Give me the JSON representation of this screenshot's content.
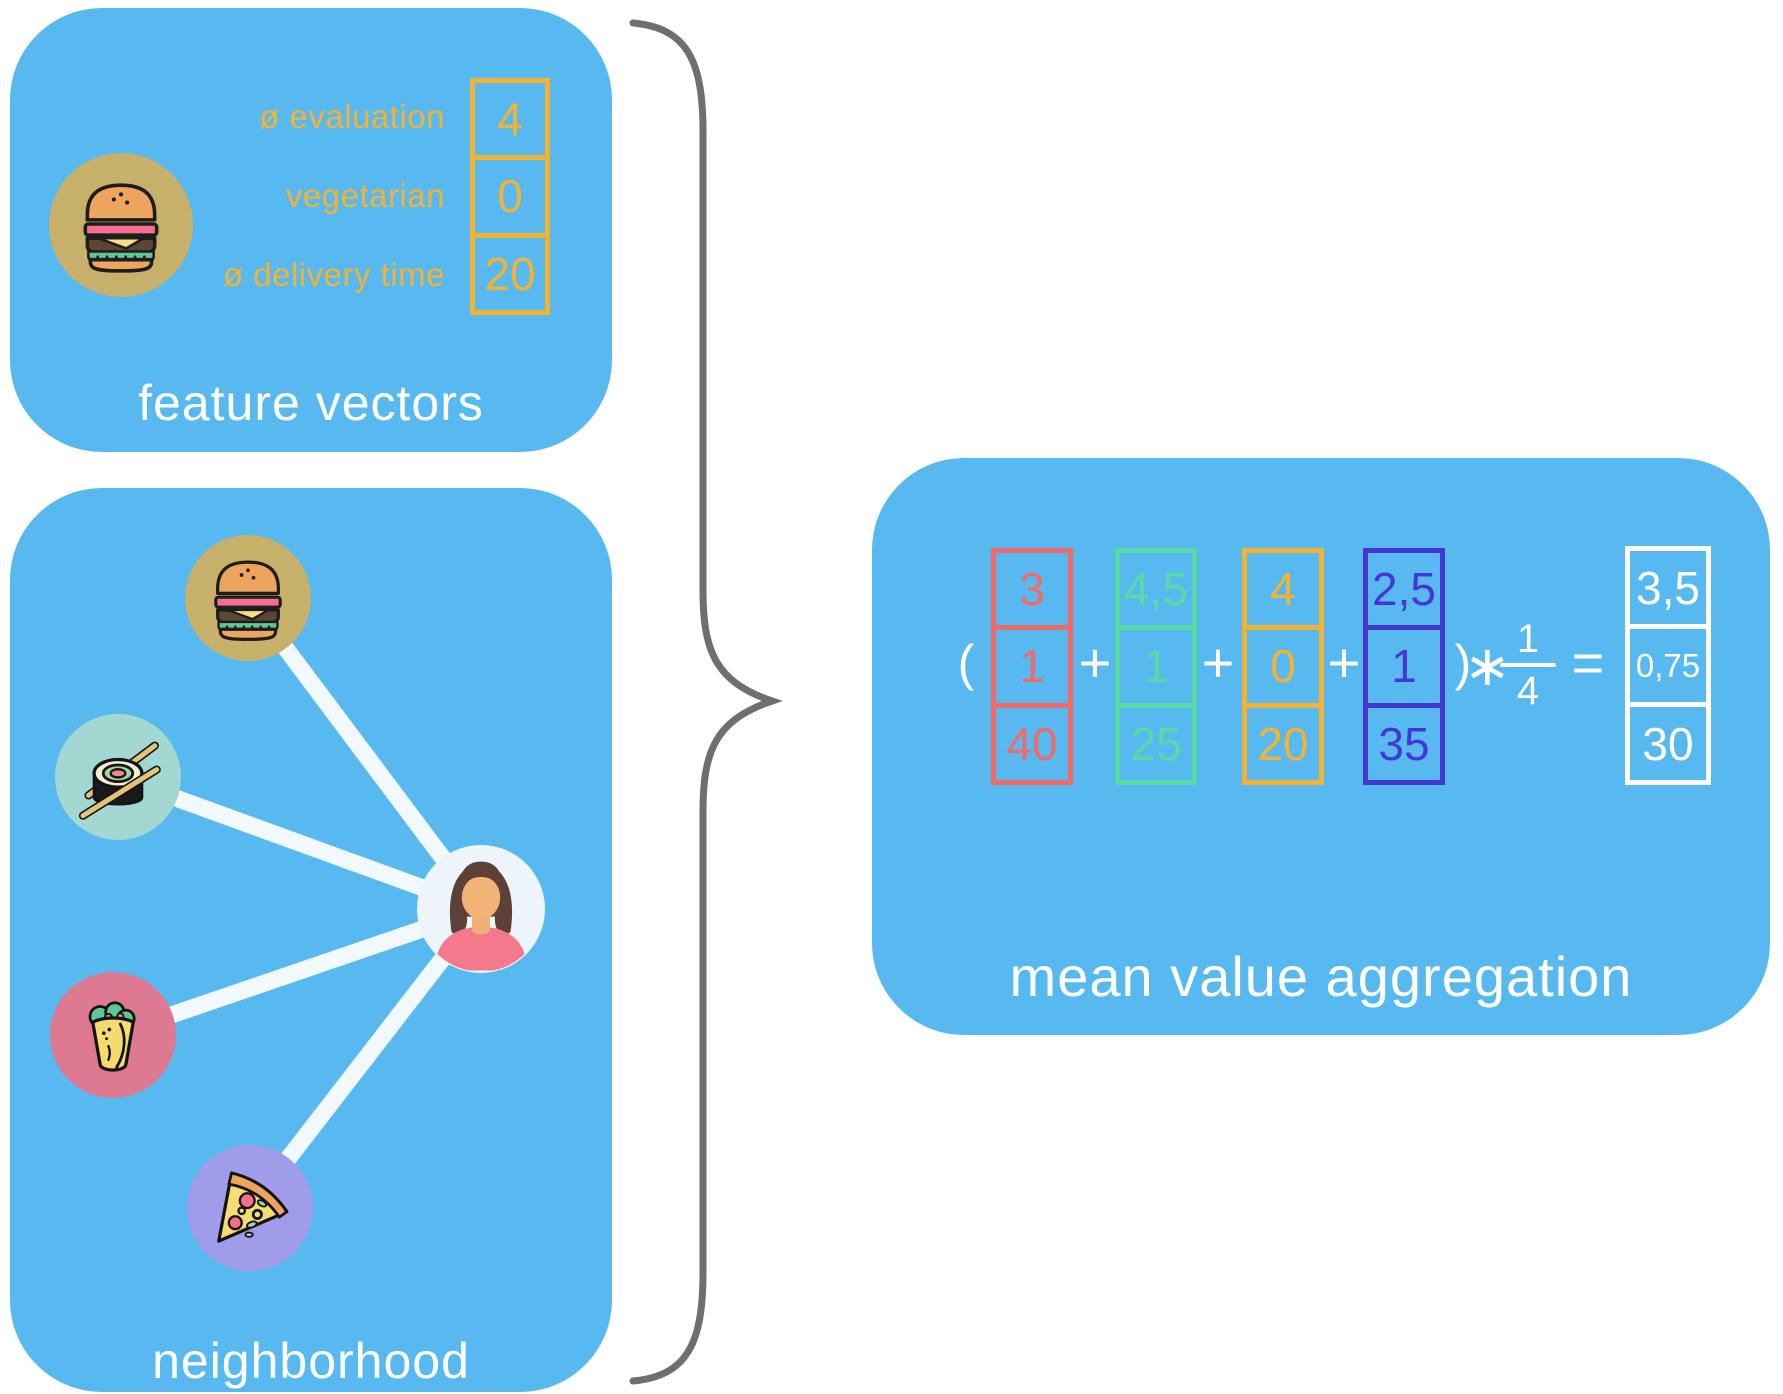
{
  "titles": {
    "feature_vectors": "feature vectors",
    "neighborhood": "neighborhood",
    "aggregation": "mean value aggregation"
  },
  "feature_table": {
    "rows": [
      {
        "label": "ø evaluation",
        "value": "4"
      },
      {
        "label": "vegetarian",
        "value": "0"
      },
      {
        "label": "ø delivery time",
        "value": "20"
      }
    ]
  },
  "equation": {
    "open_paren": "(",
    "plus": "+",
    "close_paren": ")",
    "times": "∗",
    "fraction": {
      "numerator": "1",
      "denominator": "4"
    },
    "equals": "=",
    "vectors": [
      {
        "name": "vector-red",
        "color": "#F06A6A",
        "values": [
          "3",
          "1",
          "40"
        ]
      },
      {
        "name": "vector-green",
        "color": "#57DBA4",
        "values": [
          "4,5",
          "1",
          "25"
        ]
      },
      {
        "name": "vector-yellow",
        "color": "#F2B233",
        "values": [
          "4",
          "0",
          "20"
        ]
      },
      {
        "name": "vector-indigo",
        "color": "#4538D2",
        "values": [
          "2,5",
          "1",
          "35"
        ]
      }
    ],
    "result": {
      "name": "result-vector",
      "color": "#FFFFFF",
      "values": [
        "3,5",
        "0,75",
        "30"
      ]
    }
  },
  "graph": {
    "nodes": [
      {
        "id": "burger",
        "icon": "burger-icon"
      },
      {
        "id": "sushi",
        "icon": "sushi-icon"
      },
      {
        "id": "burrito",
        "icon": "wrap-icon"
      },
      {
        "id": "pizza",
        "icon": "pizza-icon"
      },
      {
        "id": "user",
        "icon": "person-icon"
      }
    ]
  },
  "colors": {
    "panel": "#57B9F0",
    "accent_yellow": "#F2B233",
    "white": "#FFFFFF",
    "brace": "#6F6F6F",
    "edge": "#F2F9FD",
    "burger_bg": "#C7B069",
    "sushi_bg": "#A3D8D2",
    "burrito_bg": "#DE7992",
    "pizza_bg": "#A19CEA",
    "person_bg": "#EDF5FA"
  }
}
